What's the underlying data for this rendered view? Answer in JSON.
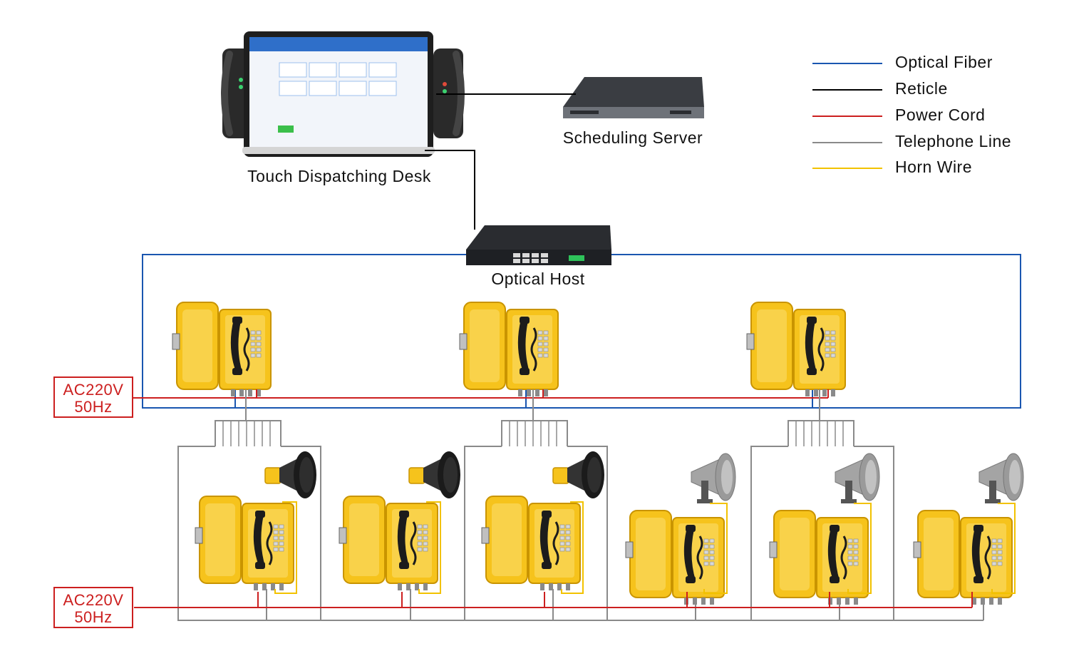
{
  "colors": {
    "optical_fiber": "#1a56b0",
    "reticle": "#000000",
    "power_cord": "#cc1f1f",
    "telephone_line": "#8a8a8a",
    "horn_wire": "#f2c200",
    "phone_yellow": "#f6c31c",
    "phone_yellow_dark": "#c99400",
    "horn_gray": "#9a9a9a",
    "horn_black": "#1b1b1b"
  },
  "devices": {
    "dispatch_desk": "Touch Dispatching Desk",
    "server": "Scheduling Server",
    "optical_host": "Optical Host"
  },
  "legend": [
    {
      "name": "Optical Fiber",
      "color_key": "optical_fiber"
    },
    {
      "name": "Reticle",
      "color_key": "reticle"
    },
    {
      "name": "Power Cord",
      "color_key": "power_cord"
    },
    {
      "name": "Telephone Line",
      "color_key": "telephone_line"
    },
    {
      "name": "Horn Wire",
      "color_key": "horn_wire"
    }
  ],
  "power_sources": [
    {
      "line1": "AC220V",
      "line2": "50Hz"
    },
    {
      "line1": "AC220V",
      "line2": "50Hz"
    }
  ],
  "icons": {
    "telephone": "explosion-proof-telephone-icon",
    "horn_black": "black-horn-speaker-icon",
    "horn_gray": "gray-horn-speaker-icon"
  }
}
